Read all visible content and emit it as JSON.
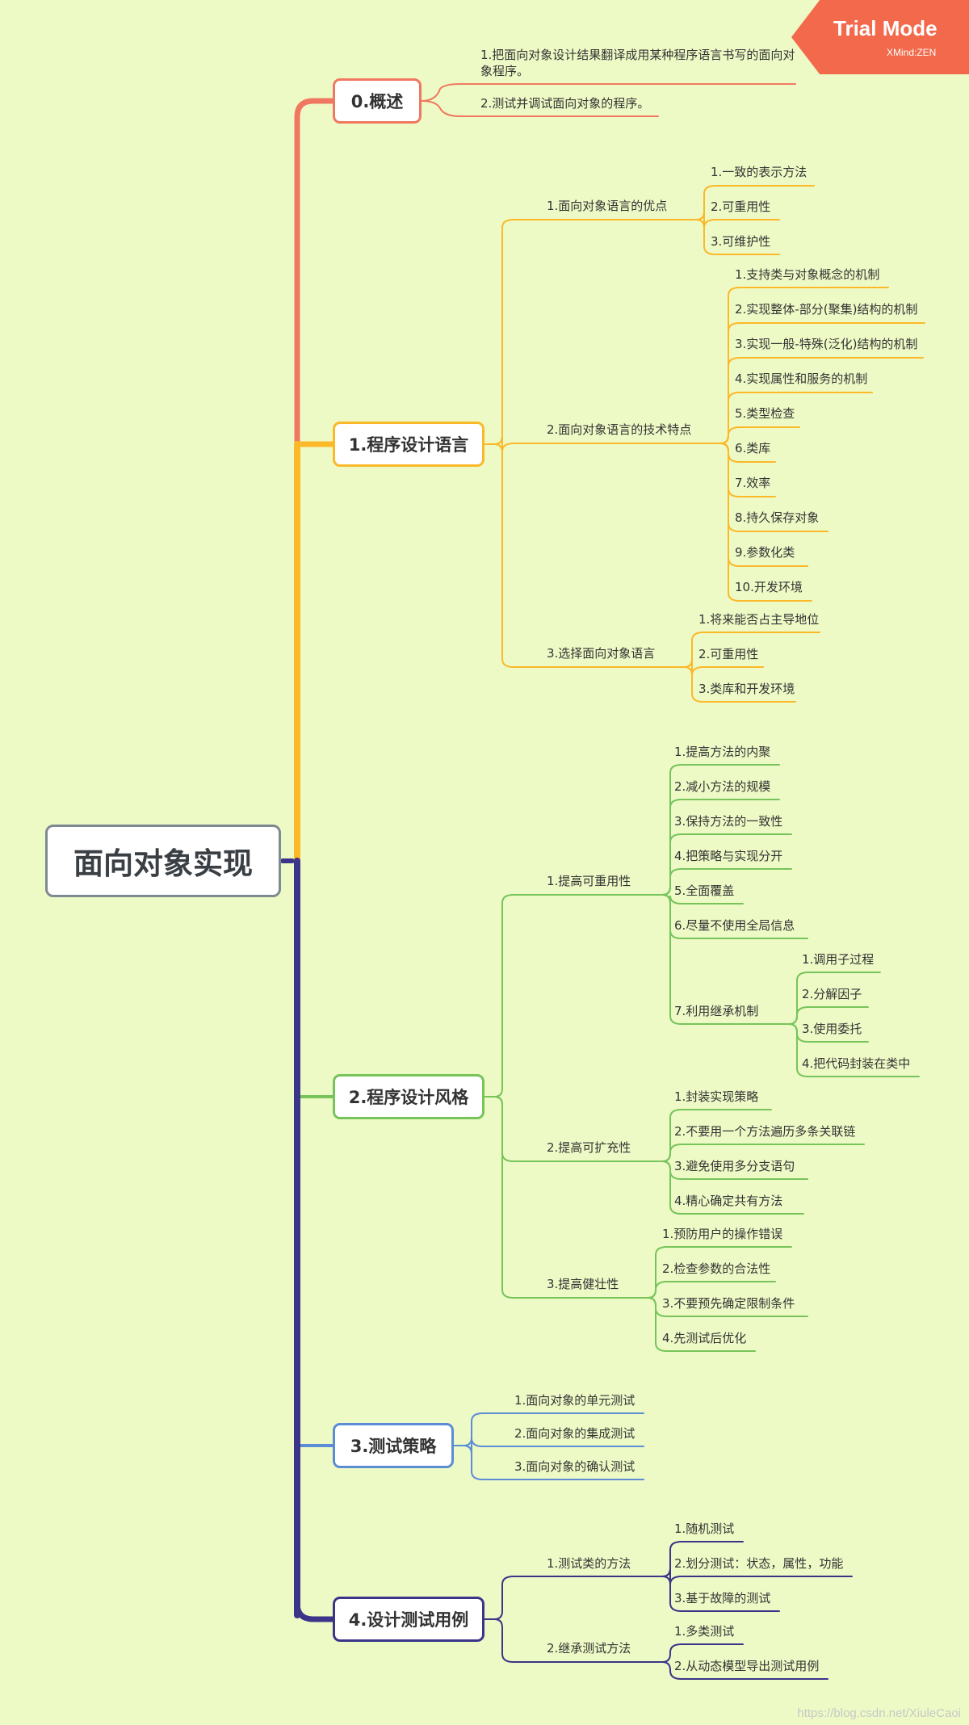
{
  "root": "面向对象实现",
  "badge": {
    "title": "Trial Mode",
    "sub": "XMind:ZEN"
  },
  "watermark": "https://blog.csdn.net/XiuleCaoi",
  "branches": [
    {
      "label": "0.概述",
      "color": "#f07860",
      "items": [
        {
          "label": "1.把面向对象设计结果翻译成用某种程序语言书写的面向对象程序。",
          "children": []
        },
        {
          "label": "2.测试并调试面向对象的程序。",
          "children": []
        }
      ]
    },
    {
      "label": "1.程序设计语言",
      "color": "#fbb829",
      "items": [
        {
          "label": "1.面向对象语言的优点",
          "children": [
            {
              "label": "1.一致的表示方法"
            },
            {
              "label": "2.可重用性"
            },
            {
              "label": "3.可维护性"
            }
          ]
        },
        {
          "label": "2.面向对象语言的技术特点",
          "children": [
            {
              "label": "1.支持类与对象概念的机制"
            },
            {
              "label": "2.实现整体-部分(聚集)结构的机制"
            },
            {
              "label": "3.实现一般-特殊(泛化)结构的机制"
            },
            {
              "label": "4.实现属性和服务的机制"
            },
            {
              "label": "5.类型检查"
            },
            {
              "label": "6.类库"
            },
            {
              "label": "7.效率"
            },
            {
              "label": "8.持久保存对象"
            },
            {
              "label": "9.参数化类"
            },
            {
              "label": "10.开发环境"
            }
          ]
        },
        {
          "label": "3.选择面向对象语言",
          "children": [
            {
              "label": "1.将来能否占主导地位"
            },
            {
              "label": "2.可重用性"
            },
            {
              "label": "3.类库和开发环境"
            }
          ]
        }
      ]
    },
    {
      "label": "2.程序设计风格",
      "color": "#76c45a",
      "items": [
        {
          "label": "1.提高可重用性",
          "children": [
            {
              "label": "1.提高方法的内聚"
            },
            {
              "label": "2.减小方法的规模"
            },
            {
              "label": "3.保持方法的一致性"
            },
            {
              "label": "4.把策略与实现分开"
            },
            {
              "label": "5.全面覆盖"
            },
            {
              "label": "6.尽量不使用全局信息"
            },
            {
              "label": "7.利用继承机制",
              "children": [
                {
                  "label": "1.调用子过程"
                },
                {
                  "label": "2.分解因子"
                },
                {
                  "label": "3.使用委托"
                },
                {
                  "label": "4.把代码封装在类中"
                }
              ]
            }
          ]
        },
        {
          "label": "2.提高可扩充性",
          "children": [
            {
              "label": "1.封装实现策略"
            },
            {
              "label": "2.不要用一个方法遍历多条关联链"
            },
            {
              "label": "3.避免使用多分支语句"
            },
            {
              "label": "4.精心确定共有方法"
            }
          ]
        },
        {
          "label": "3.提高健壮性",
          "children": [
            {
              "label": "1.预防用户的操作错误"
            },
            {
              "label": "2.检查参数的合法性"
            },
            {
              "label": "3.不要预先确定限制条件"
            },
            {
              "label": "4.先测试后优化"
            }
          ]
        }
      ]
    },
    {
      "label": "3.测试策略",
      "color": "#5b8dd6",
      "items": [
        {
          "label": "1.面向对象的单元测试",
          "children": []
        },
        {
          "label": "2.面向对象的集成测试",
          "children": []
        },
        {
          "label": "3.面向对象的确认测试",
          "children": []
        }
      ]
    },
    {
      "label": "4.设计测试用例",
      "color": "#3b3589",
      "items": [
        {
          "label": "1.测试类的方法",
          "children": [
            {
              "label": "1.随机测试"
            },
            {
              "label": "2.划分测试：状态，属性，功能"
            },
            {
              "label": "3.基于故障的测试"
            }
          ]
        },
        {
          "label": "2.继承测试方法",
          "children": [
            {
              "label": "1.多类测试"
            },
            {
              "label": "2.从动态模型导出测试用例"
            }
          ]
        }
      ]
    }
  ]
}
